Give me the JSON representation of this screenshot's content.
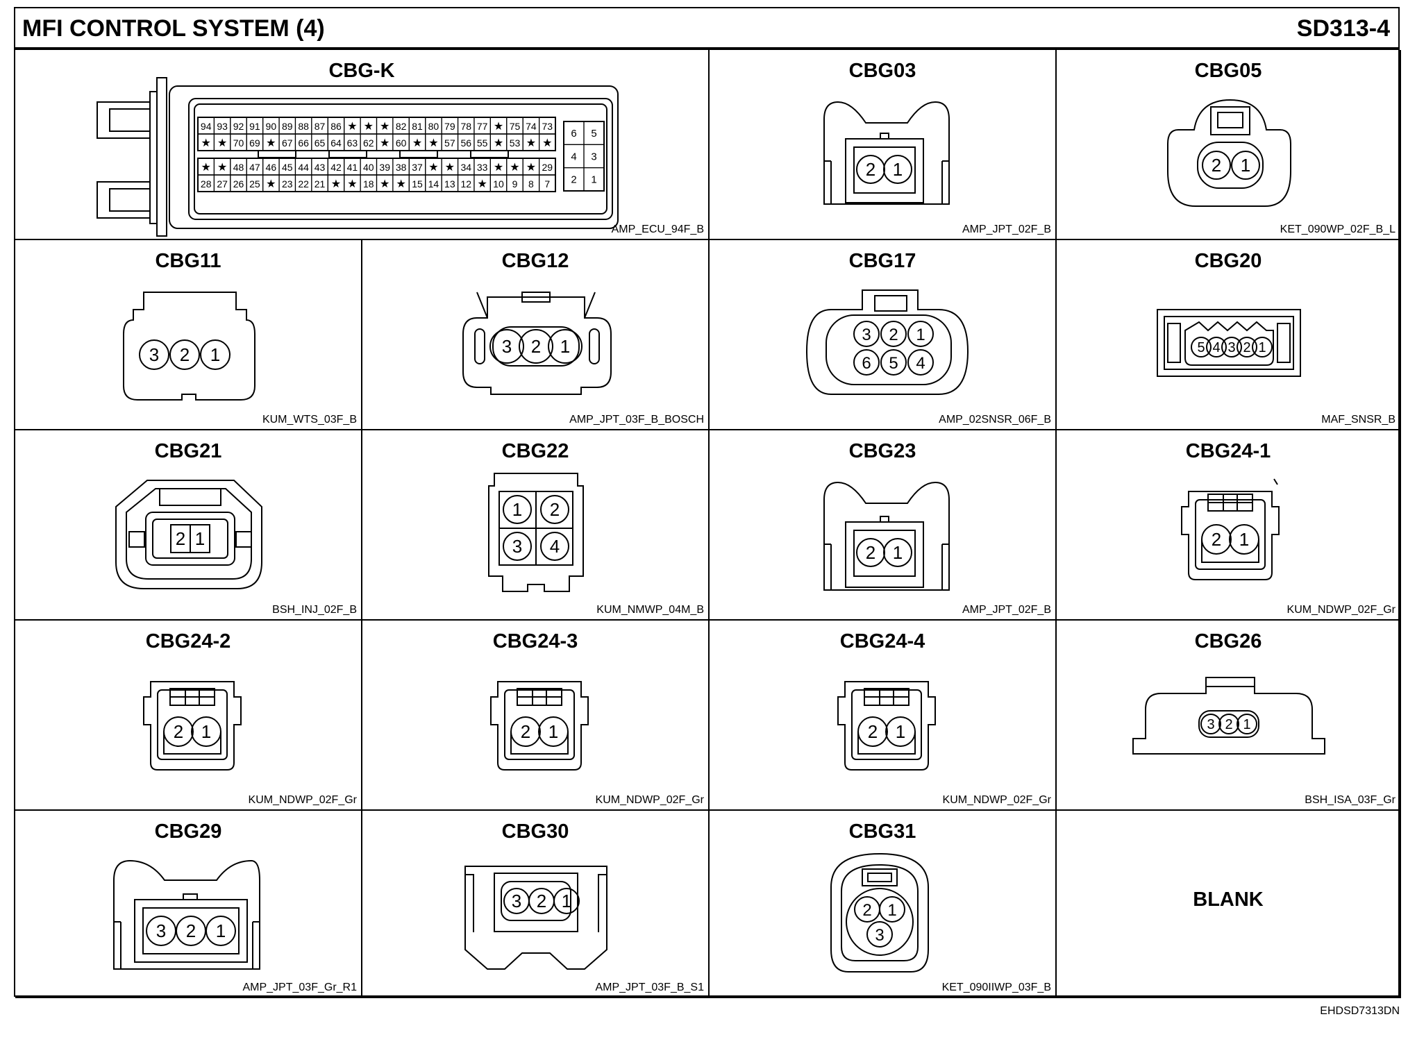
{
  "header": {
    "title": "MFI CONTROL SYSTEM (4)",
    "code": "SD313-4"
  },
  "footer": {
    "code": "EHDSD7313DN"
  },
  "connectors": {
    "cbgk": {
      "name": "CBG-K",
      "part": "AMP_ECU_94F_B"
    },
    "cbg03": {
      "name": "CBG03",
      "part": "AMP_JPT_02F_B",
      "pins": [
        "2",
        "1"
      ]
    },
    "cbg05": {
      "name": "CBG05",
      "part": "KET_090WP_02F_B_L",
      "pins": [
        "2",
        "1"
      ]
    },
    "cbg11": {
      "name": "CBG11",
      "part": "KUM_WTS_03F_B",
      "pins": [
        "3",
        "2",
        "1"
      ]
    },
    "cbg12": {
      "name": "CBG12",
      "part": "AMP_JPT_03F_B_BOSCH",
      "pins": [
        "3",
        "2",
        "1"
      ]
    },
    "cbg17": {
      "name": "CBG17",
      "part": "AMP_02SNSR_06F_B",
      "pins": [
        "3",
        "2",
        "1",
        "6",
        "5",
        "4"
      ]
    },
    "cbg20": {
      "name": "CBG20",
      "part": "MAF_SNSR_B",
      "pins": [
        "5",
        "4",
        "3",
        "2",
        "1"
      ]
    },
    "cbg21": {
      "name": "CBG21",
      "part": "BSH_INJ_02F_B",
      "pins": [
        "2",
        "1"
      ]
    },
    "cbg22": {
      "name": "CBG22",
      "part": "KUM_NMWP_04M_B",
      "pins": [
        "1",
        "2",
        "3",
        "4"
      ]
    },
    "cbg23": {
      "name": "CBG23",
      "part": "AMP_JPT_02F_B",
      "pins": [
        "2",
        "1"
      ]
    },
    "cbg241": {
      "name": "CBG24-1",
      "part": "KUM_NDWP_02F_Gr",
      "pins": [
        "2",
        "1"
      ]
    },
    "cbg242": {
      "name": "CBG24-2",
      "part": "KUM_NDWP_02F_Gr",
      "pins": [
        "2",
        "1"
      ]
    },
    "cbg243": {
      "name": "CBG24-3",
      "part": "KUM_NDWP_02F_Gr",
      "pins": [
        "2",
        "1"
      ]
    },
    "cbg244": {
      "name": "CBG24-4",
      "part": "KUM_NDWP_02F_Gr",
      "pins": [
        "2",
        "1"
      ]
    },
    "cbg26": {
      "name": "CBG26",
      "part": "BSH_ISA_03F_Gr",
      "pins": [
        "3",
        "2",
        "1"
      ]
    },
    "cbg29": {
      "name": "CBG29",
      "part": "AMP_JPT_03F_Gr_R1",
      "pins": [
        "3",
        "2",
        "1"
      ]
    },
    "cbg30": {
      "name": "CBG30",
      "part": "AMP_JPT_03F_B_S1",
      "pins": [
        "3",
        "2",
        "1"
      ]
    },
    "cbg31": {
      "name": "CBG31",
      "part": "KET_090IIWP_03F_B",
      "pins": [
        "2",
        "1",
        "3"
      ]
    },
    "blank": {
      "name": "BLANK"
    }
  },
  "ecu_pins": {
    "row1": [
      "94",
      "93",
      "92",
      "91",
      "90",
      "89",
      "88",
      "87",
      "86",
      "★",
      "★",
      "★",
      "82",
      "81",
      "80",
      "79",
      "78",
      "77",
      "★",
      "75",
      "74",
      "73"
    ],
    "row2": [
      "★",
      "★",
      "70",
      "69",
      "★",
      "67",
      "66",
      "65",
      "64",
      "63",
      "62",
      "★",
      "60",
      "★",
      "★",
      "57",
      "56",
      "55",
      "★",
      "53",
      "★",
      "★"
    ],
    "row3": [
      "★",
      "★",
      "48",
      "47",
      "46",
      "45",
      "44",
      "43",
      "42",
      "41",
      "40",
      "39",
      "38",
      "37",
      "★",
      "★",
      "34",
      "33",
      "★",
      "★",
      "★",
      "29"
    ],
    "row4": [
      "28",
      "27",
      "26",
      "25",
      "★",
      "23",
      "22",
      "21",
      "★",
      "★",
      "18",
      "★",
      "★",
      "15",
      "14",
      "13",
      "12",
      "★",
      "10",
      "9",
      "8",
      "7"
    ],
    "side": [
      "6",
      "5",
      "4",
      "3",
      "2",
      "1"
    ]
  }
}
